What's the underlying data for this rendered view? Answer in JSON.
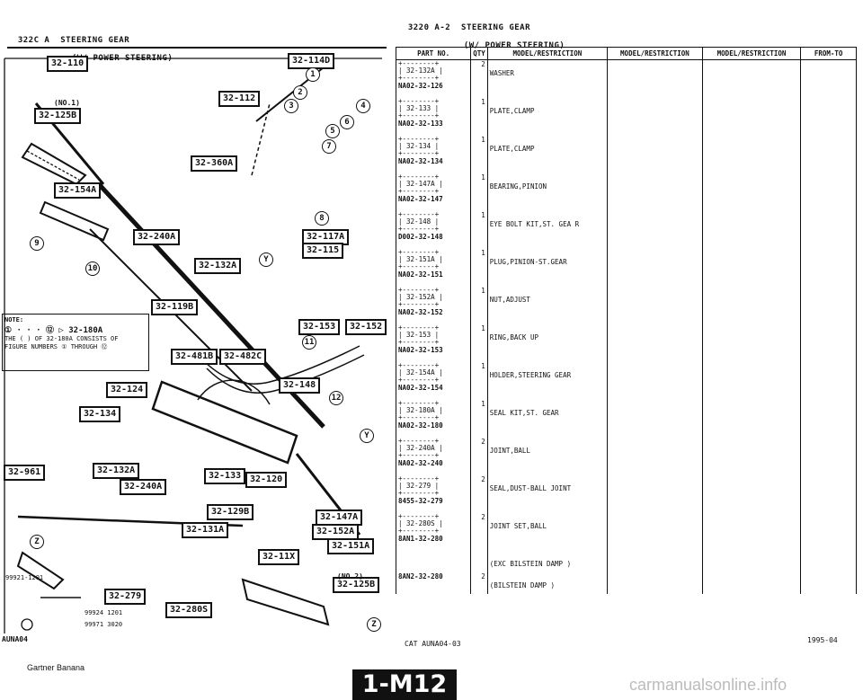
{
  "left_header": {
    "code": "322C A",
    "title_line1": "STEERING GEAR",
    "title_line2": "(W/ POWER STEERING)"
  },
  "right_header": {
    "code": "3220 A-2",
    "title_line1": "STEERING GEAR",
    "title_line2": "(W/ POWER STEERING)"
  },
  "diagram": {
    "callouts": [
      "32-110",
      "32-114D",
      "32-112",
      "32-125B",
      "32-360A",
      "32-154A",
      "32-240A",
      "32-117A",
      "32-115",
      "32-132A",
      "32-119B",
      "32-153",
      "32-152",
      "32-481B",
      "32-482C",
      "32-148",
      "32-124",
      "32-134",
      "32-961",
      "32-132A",
      "32-240A",
      "32-133",
      "32-120",
      "32-129B",
      "32-131A",
      "32-147A",
      "32-152A",
      "32-151A",
      "32-11X",
      "32-125B",
      "32-279",
      "32-280S"
    ],
    "circles": [
      "1",
      "2",
      "3",
      "4",
      "5",
      "6",
      "7",
      "8",
      "9",
      "10",
      "11",
      "12",
      "Y",
      "Y",
      "Z",
      "Z"
    ],
    "no1": "(NO.1)",
    "no2": "(NO.2)",
    "note_title": "NOTE:",
    "note_text1": "① · · · ⑫ ▷ 32-180A",
    "note_text2": "THE ( ) OF 32-180A CONSISTS OF",
    "note_text3": "FIGURE NUMBERS ① THROUGH ⑫",
    "part_99921": "99921-1201",
    "part_99924": "99924 1201",
    "part_99971": "99971 3020",
    "code_bottom": "AUNA04"
  },
  "table": {
    "headers": [
      "PART NO.",
      "QTY",
      "MODEL/RESTRICTION",
      "MODEL/RESTRICTION",
      "MODEL/RESTRICTION",
      "FROM-TO"
    ],
    "rows": [
      {
        "ref": "32-132A",
        "part": "NA02-32-126",
        "qty": "2",
        "desc": "WASHER"
      },
      {
        "ref": "32-133",
        "part": "NA02-32-133",
        "qty": "1",
        "desc": "PLATE,CLAMP"
      },
      {
        "ref": "32-134",
        "part": "NA02-32-134",
        "qty": "1",
        "desc": "PLATE,CLAMP"
      },
      {
        "ref": "32-147A",
        "part": "NA02-32-147",
        "qty": "1",
        "desc": "BEARING,PINION"
      },
      {
        "ref": "32-148",
        "part": "D002-32-148",
        "qty": "1",
        "desc": "EYE BOLT KIT,ST. GEA R"
      },
      {
        "ref": "32-151A",
        "part": "NA02-32-151",
        "qty": "1",
        "desc": "PLUG,PINION-ST.GEAR"
      },
      {
        "ref": "32-152A",
        "part": "NA02-32-152",
        "qty": "1",
        "desc": "NUT,ADJUST"
      },
      {
        "ref": "32-153",
        "part": "NA02-32-153",
        "qty": "1",
        "desc": "RING,BACK UP"
      },
      {
        "ref": "32-154A",
        "part": "NA02-32-154",
        "qty": "1",
        "desc": "HOLDER,STEERING GEAR"
      },
      {
        "ref": "32-180A",
        "part": "NA02-32-180",
        "qty": "1",
        "desc": "SEAL KIT,ST. GEAR"
      },
      {
        "ref": "32-240A",
        "part": "NA02-32-240",
        "qty": "2",
        "desc": "JOINT,BALL"
      },
      {
        "ref": "32-279",
        "part": "8455-32-279",
        "qty": "2",
        "desc": "SEAL,DUST-BALL JOINT"
      },
      {
        "ref": "32-280S",
        "part": "8AN1-32-280",
        "qty": "2",
        "desc": "JOINT SET,BALL"
      },
      {
        "ref": "",
        "part": "",
        "qty": "",
        "desc": "(EXC BILSTEIN DAMP )"
      },
      {
        "ref": "",
        "part": "8AN2-32-280",
        "qty": "2",
        "desc": "(BILSTEIN DAMP )"
      }
    ]
  },
  "footer": {
    "cat": "CAT  AUNA04-03",
    "date": "1995-04",
    "source": "Gartner Banana",
    "page": "1-M12",
    "watermark": "carmanualsonline.info"
  }
}
